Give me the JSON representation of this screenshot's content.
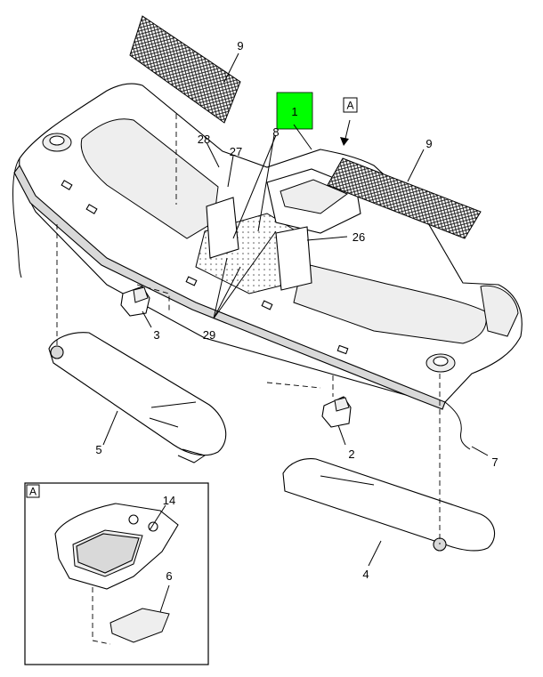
{
  "highlight_color": "#00ff00",
  "view_marker": "A",
  "detail_label": "A",
  "callouts": {
    "c1": "1",
    "c2": "2",
    "c3": "3",
    "c4": "4",
    "c5": "5",
    "c6": "6",
    "c7": "7",
    "c8": "8",
    "c9a": "9",
    "c9b": "9",
    "c14": "14",
    "c26": "26",
    "c27": "27",
    "c28": "28",
    "c29": "29"
  }
}
